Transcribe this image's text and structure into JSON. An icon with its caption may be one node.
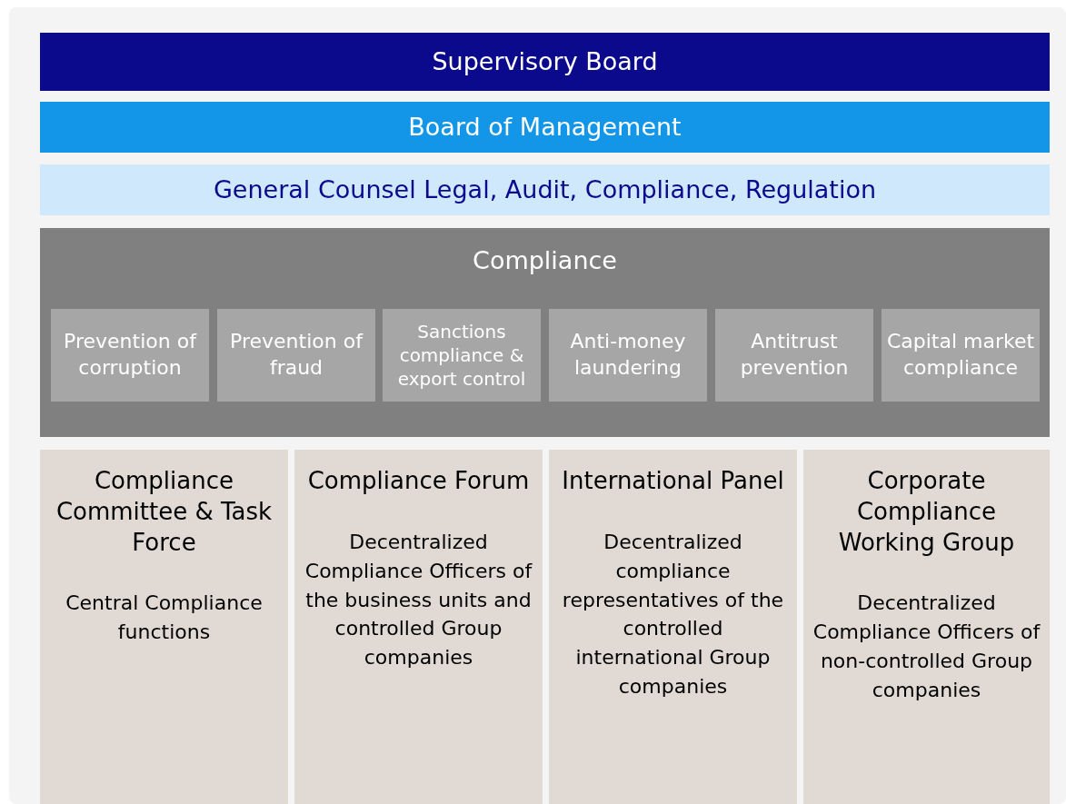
{
  "diagram": {
    "nodes": [
      {
        "text": [
          "Supervisory Board"
        ]
      },
      {
        "text": [
          "Board of Management"
        ]
      },
      {
        "text": [
          "General Counsel Legal, Audit, Compliance, Regulation"
        ]
      },
      {
        "text": [
          "Compliance"
        ]
      },
      {
        "text": [
          "Prevention of corruption"
        ],
        "in": 3
      },
      {
        "text": [
          "Prevention of fraud"
        ],
        "in": 3
      },
      {
        "text": [
          "Sanctions compliance & export control"
        ],
        "in": 3
      },
      {
        "text": [
          "Anti-money laundering"
        ],
        "in": 3
      },
      {
        "text": [
          "Antitrust prevention"
        ],
        "in": 3
      },
      {
        "text": [
          "Capital market compliance"
        ],
        "in": 3
      },
      {
        "text": [
          "Compliance Committee & Task Force",
          "Central Compliance functions"
        ]
      },
      {
        "text": [
          "Compliance Forum",
          "Decentralized Compliance Officers of the business units and controlled Group companies"
        ]
      },
      {
        "text": [
          "International Panel",
          "Decentralized compliance representatives of the controlled international Group companies"
        ]
      },
      {
        "text": [
          "Corporate Compliance Working Group",
          "Decentralized Compliance Officers of non-controlled Group companies"
        ]
      }
    ],
    "edges": []
  }
}
